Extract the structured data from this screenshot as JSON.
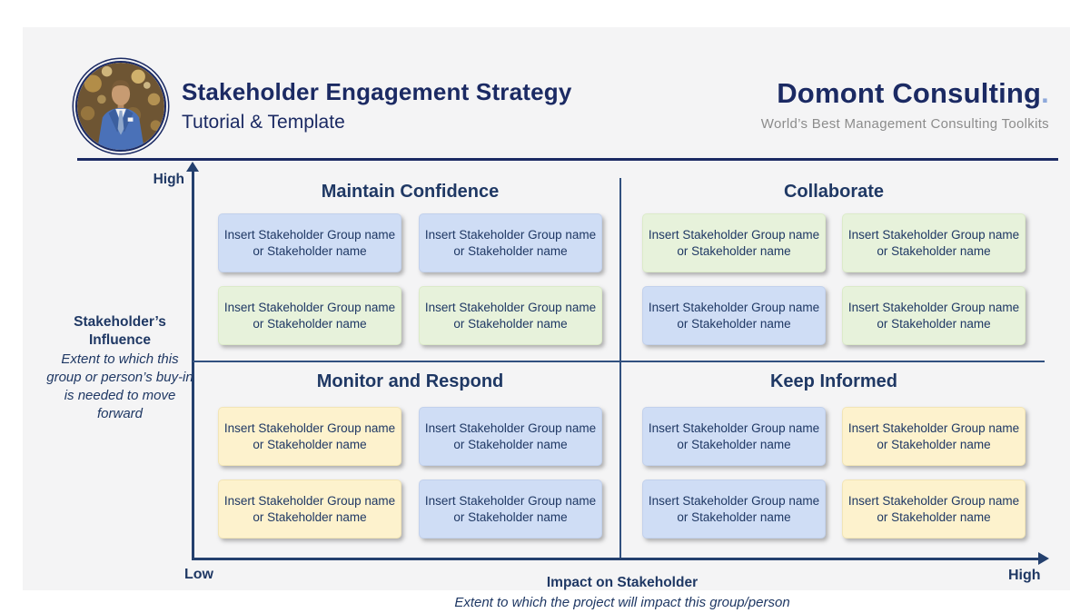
{
  "header": {
    "title": "Stakeholder Engagement Strategy",
    "subtitle": "Tutorial & Template",
    "brand": "Domont Consulting",
    "brand_dot": ".",
    "tagline": "World’s Best Management Consulting Toolkits"
  },
  "axis": {
    "y_top_label": "High",
    "y_bottom_label": "Low",
    "x_right_label": "High",
    "y_title": "Stakeholder’s Influence",
    "y_description": "Extent to which this group or person’s buy-in is needed to move forward",
    "x_title": "Impact on Stakeholder",
    "x_description": "Extent to which the project will impact this group/person"
  },
  "box_text": {
    "line1": "Insert Stakeholder Group name",
    "line2": "or Stakeholder name"
  },
  "quadrants": [
    {
      "title": "Maintain Confidence",
      "boxes": [
        "blue",
        "blue",
        "green",
        "green"
      ]
    },
    {
      "title": "Collaborate",
      "boxes": [
        "green",
        "green",
        "blue",
        "green"
      ]
    },
    {
      "title": "Monitor and Respond",
      "boxes": [
        "yellow",
        "blue",
        "yellow",
        "blue"
      ]
    },
    {
      "title": "Keep Informed",
      "boxes": [
        "blue",
        "yellow",
        "blue",
        "yellow"
      ]
    }
  ],
  "colors": {
    "navy_text": "#1f3864",
    "header_navy": "#1b2a63",
    "blue_box": "#cfddf5",
    "green_box": "#e7f2db",
    "yellow_box": "#fdf2cd",
    "accent_dot": "#8ea9db",
    "tagline_gray": "#8c8c8c",
    "slide_background": "#f4f4f5"
  }
}
